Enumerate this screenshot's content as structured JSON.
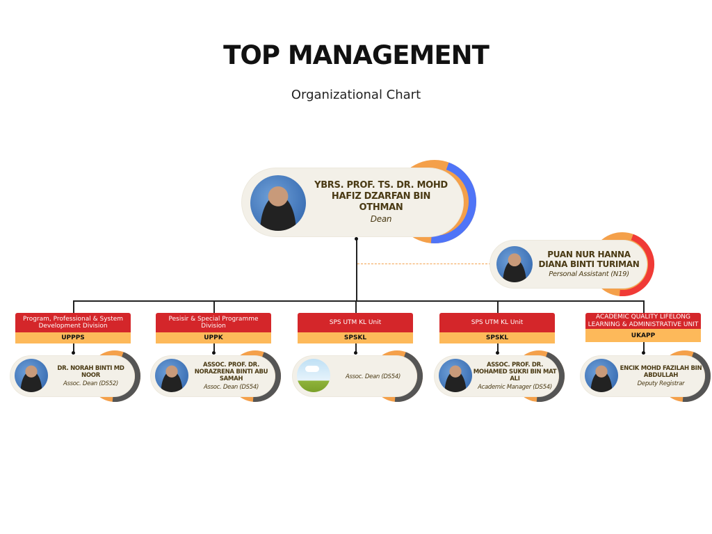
{
  "header": {
    "title": "TOP MANAGEMENT",
    "subtitle": "Organizational Chart"
  },
  "colors": {
    "orange": "#f4a04a",
    "blue": "#4f74f7",
    "red": "#f03a36",
    "dark": "#555555",
    "header_red": "#d4262a",
    "header_yellow": "#fdb95a"
  },
  "dean": {
    "name": "YBRS. PROF. TS. DR. MOHD HAFIZ DZARFAN BIN OTHMAN",
    "role": "Dean"
  },
  "assistant": {
    "name": "PUAN NUR HANNA DIANA BINTI TURIMAN",
    "role": "Personal Assistant (N19)"
  },
  "divisions": [
    {
      "division": "Program, Professional & System Development Division",
      "code": "UPPPS",
      "name": "DR. NORAH BINTI MD NOOR",
      "role": "Assoc. Dean (DS52)",
      "photo": "person"
    },
    {
      "division": "Pesisir & Special Programme Division",
      "code": "UPPK",
      "name": "ASSOC. PROF. DR. NORAZRENA BINTI ABU SAMAH",
      "role": "Assoc. Dean (DS54)",
      "photo": "person"
    },
    {
      "division": "SPS UTM KL Unit",
      "code": "SPSKL",
      "name": "",
      "role": "Assoc. Dean (DS54)",
      "photo": "placeholder"
    },
    {
      "division": "SPS UTM KL Unit",
      "code": "SPSKL",
      "name": "ASSOC. PROF. DR. MOHAMED SUKRI BIN MAT ALI",
      "role": "Academic Manager (DS54)",
      "photo": "person"
    },
    {
      "division": "ACADEMIC QUALITY LIFELONG LEARNING & ADMINISTRATIVE UNIT",
      "code": "UKAPP",
      "name": "ENCIK MOHD FAZILAH BIN ABDULLAH",
      "role": "Deputy Registrar",
      "photo": "person"
    }
  ]
}
